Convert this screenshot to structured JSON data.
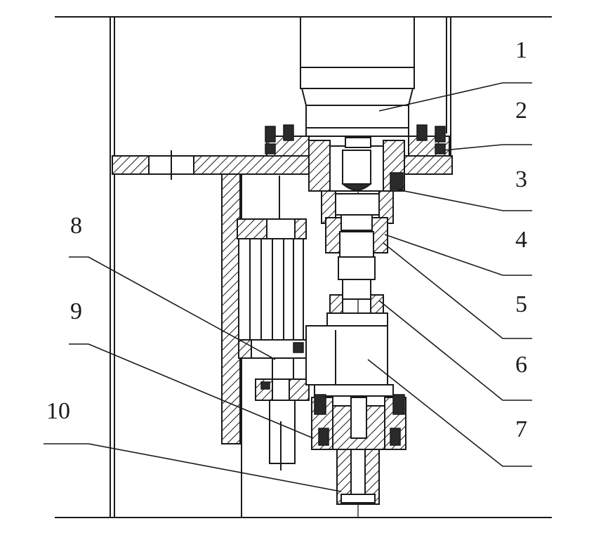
{
  "callouts": [
    "1",
    "2",
    "3",
    "4",
    "5",
    "6",
    "7",
    "8",
    "9",
    "10"
  ],
  "colors": {
    "ink": "#1a1a1a",
    "background": "#ffffff"
  }
}
